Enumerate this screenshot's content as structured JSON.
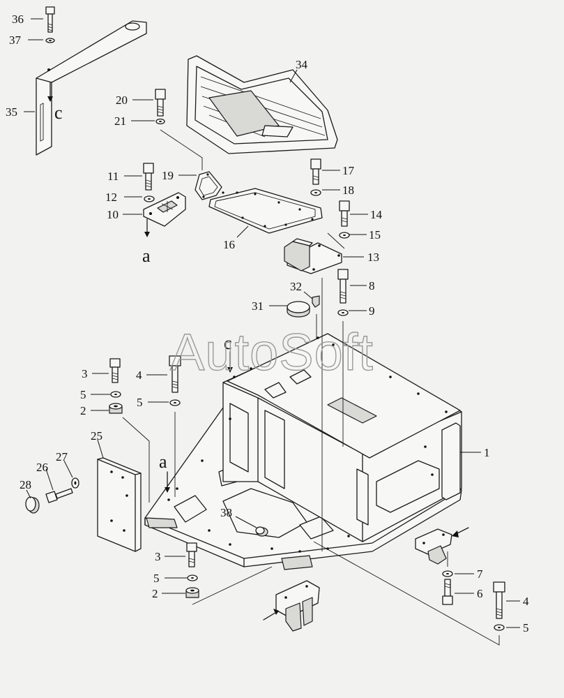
{
  "watermark": "AutoSoft",
  "colors": {
    "ink": "#1a1a1a",
    "paper": "#f2f2f0",
    "shade": "#d9d9d6"
  },
  "view_letters": [
    "c",
    "a",
    "c",
    "a"
  ],
  "callouts": [
    {
      "id": "c36",
      "label": "36"
    },
    {
      "id": "c37",
      "label": "37"
    },
    {
      "id": "c35",
      "label": "35"
    },
    {
      "id": "c34",
      "label": "34"
    },
    {
      "id": "c20",
      "label": "20"
    },
    {
      "id": "c21",
      "label": "21"
    },
    {
      "id": "c19",
      "label": "19"
    },
    {
      "id": "c11",
      "label": "11"
    },
    {
      "id": "c12",
      "label": "12"
    },
    {
      "id": "c10",
      "label": "10"
    },
    {
      "id": "c16",
      "label": "16"
    },
    {
      "id": "c17",
      "label": "17"
    },
    {
      "id": "c18",
      "label": "18"
    },
    {
      "id": "c14",
      "label": "14"
    },
    {
      "id": "c15",
      "label": "15"
    },
    {
      "id": "c13",
      "label": "13"
    },
    {
      "id": "c32",
      "label": "32"
    },
    {
      "id": "c31",
      "label": "31"
    },
    {
      "id": "c8",
      "label": "8"
    },
    {
      "id": "c9",
      "label": "9"
    },
    {
      "id": "c1",
      "label": "1"
    },
    {
      "id": "c3a",
      "label": "3"
    },
    {
      "id": "c5a",
      "label": "5"
    },
    {
      "id": "c2a",
      "label": "2"
    },
    {
      "id": "c4a",
      "label": "4"
    },
    {
      "id": "c5b",
      "label": "5"
    },
    {
      "id": "c25",
      "label": "25"
    },
    {
      "id": "c26",
      "label": "26"
    },
    {
      "id": "c27",
      "label": "27"
    },
    {
      "id": "c28",
      "label": "28"
    },
    {
      "id": "c38",
      "label": "38"
    },
    {
      "id": "c3b",
      "label": "3"
    },
    {
      "id": "c5c",
      "label": "5"
    },
    {
      "id": "c2b",
      "label": "2"
    },
    {
      "id": "c7",
      "label": "7"
    },
    {
      "id": "c6",
      "label": "6"
    },
    {
      "id": "c4b",
      "label": "4"
    },
    {
      "id": "c5d",
      "label": "5"
    }
  ]
}
